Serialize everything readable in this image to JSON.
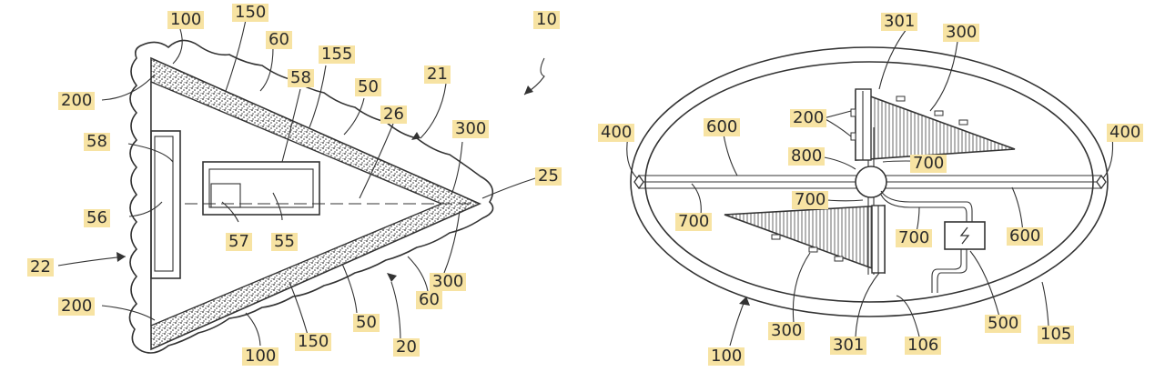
{
  "figure_left": {
    "labels": {
      "l100a": "100",
      "l150a": "150",
      "l60a": "60",
      "l155": "155",
      "l58a": "58",
      "l50a": "50",
      "l21": "21",
      "l26": "26",
      "l10": "10",
      "l200a": "200",
      "l58b": "58",
      "l300a": "300",
      "l25": "25",
      "l56": "56",
      "l57": "57",
      "l55": "55",
      "l22": "22",
      "l300b": "300",
      "l60b": "60",
      "l200b": "200",
      "l50b": "50",
      "l150b": "150",
      "l20": "20",
      "l100b": "100"
    }
  },
  "figure_right": {
    "labels": {
      "r301a": "301",
      "r300a": "300",
      "r200": "200",
      "r400a": "400",
      "r600a": "600",
      "r800": "800",
      "r400b": "400",
      "r700a": "700",
      "r700b": "700",
      "r700c": "700",
      "r700d": "700",
      "r600b": "600",
      "r300b": "300",
      "r301b": "301",
      "r106": "106",
      "r500": "500",
      "r105": "105",
      "r100": "100"
    }
  }
}
